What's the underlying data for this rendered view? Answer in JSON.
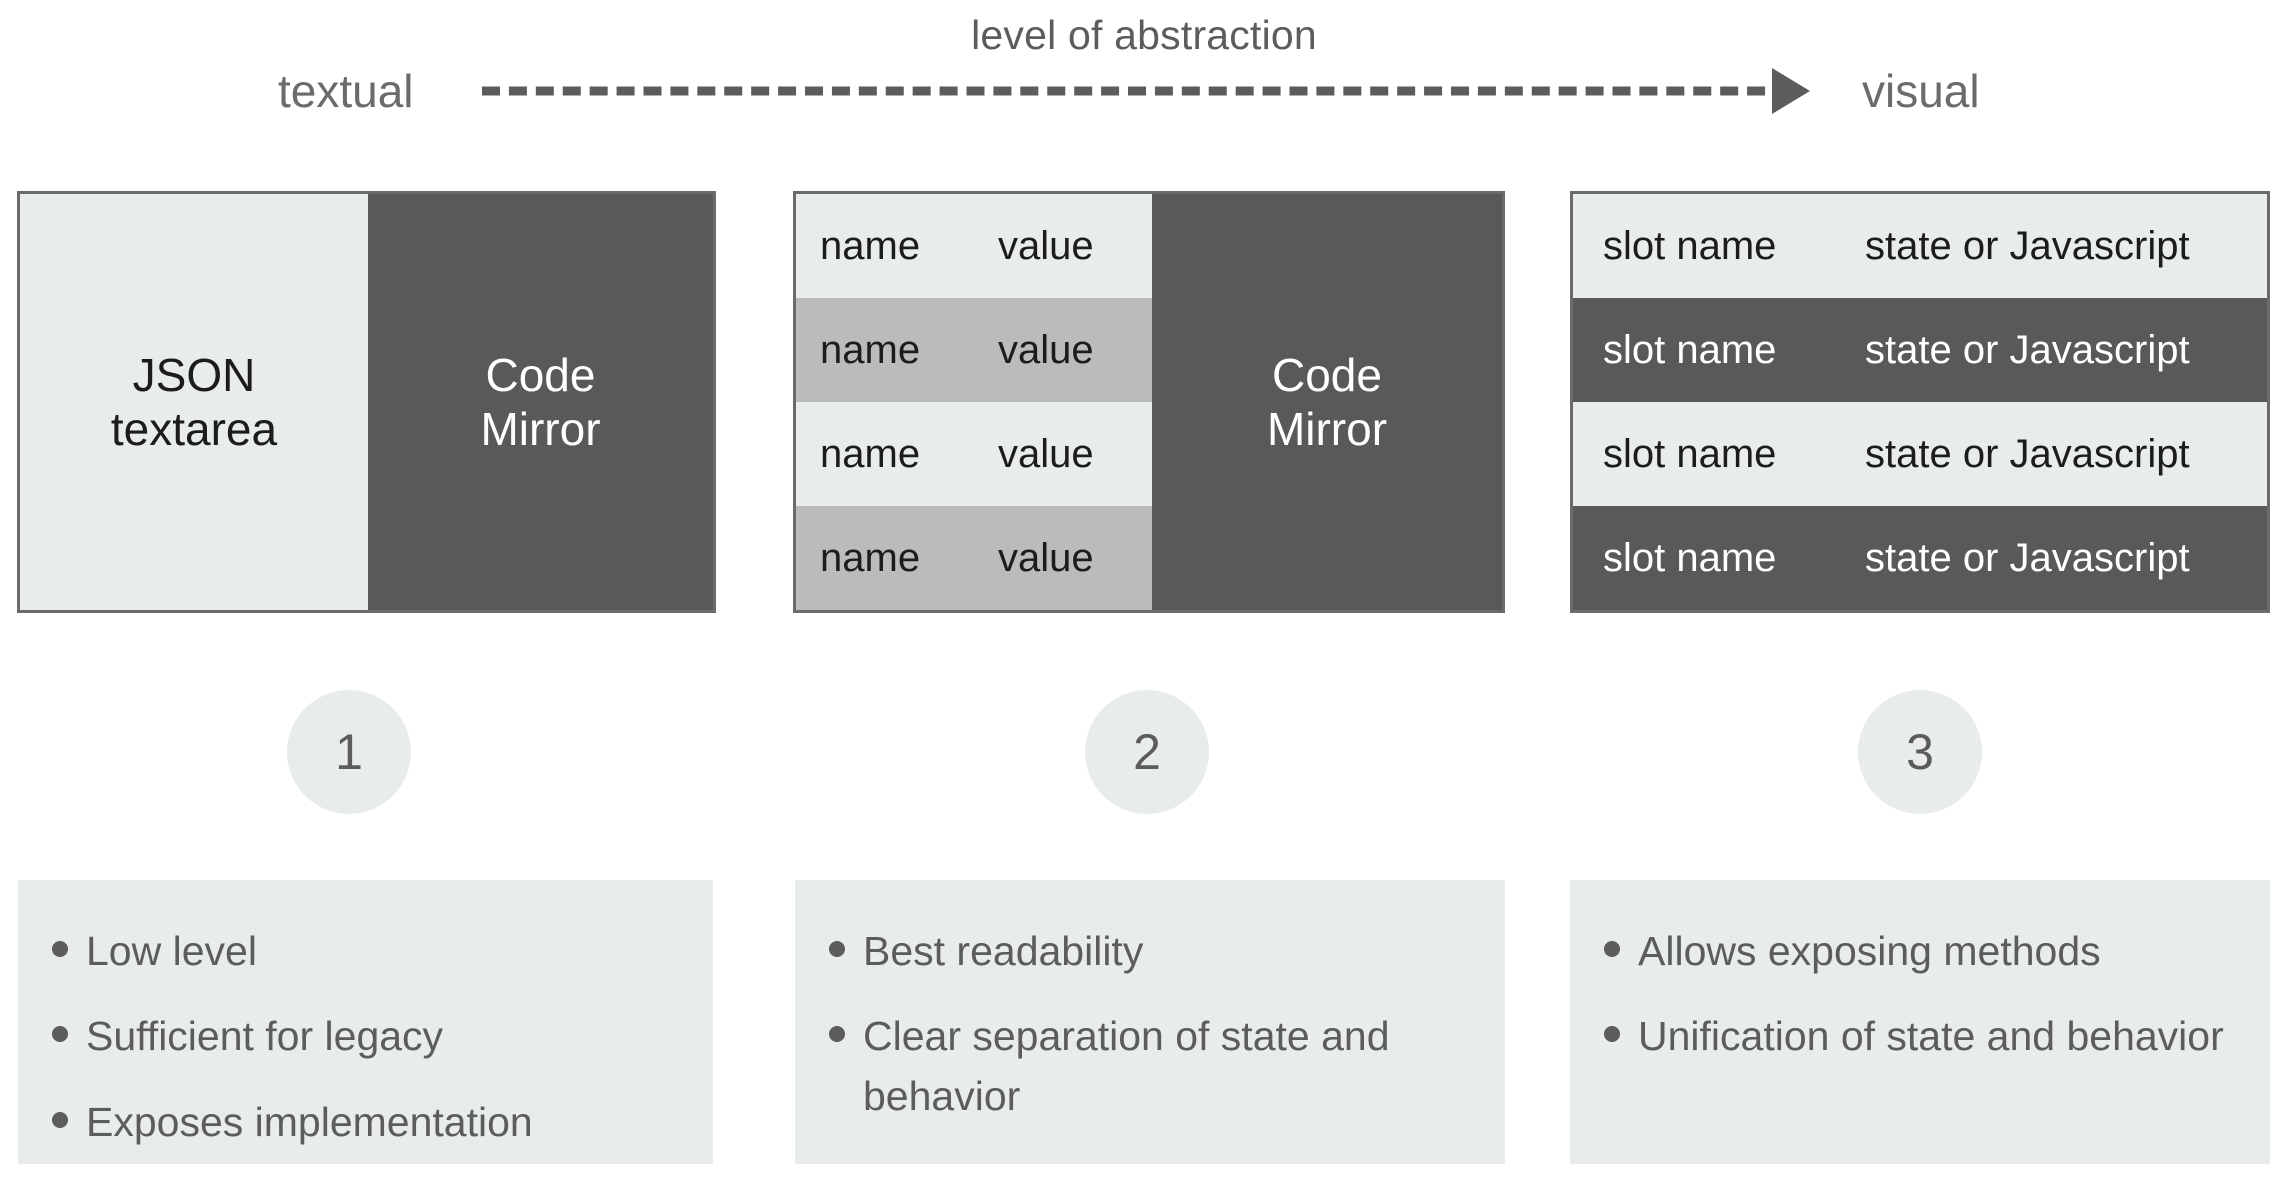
{
  "axis": {
    "caption": "level of abstraction",
    "left_label": "textual",
    "right_label": "visual",
    "arrow_icon": "dashed-arrow-right-icon"
  },
  "colors": {
    "light": "#e8ecec",
    "medium": "#bbbbbb",
    "dark": "#595959",
    "text_gray": "#5c5c5c",
    "border": "#6b6b6b",
    "page_background": "#ffffff"
  },
  "columns": [
    {
      "step": "1",
      "panel": {
        "left_pane": {
          "label": "JSON\ntextarea",
          "tone": "light"
        },
        "right_pane": {
          "label": "Code\nMirror",
          "tone": "dark"
        }
      },
      "bullets": [
        "Low level",
        "Sufficient for legacy",
        "Exposes implementation"
      ]
    },
    {
      "step": "2",
      "panel": {
        "rows": [
          {
            "name": "name",
            "value": "value",
            "tone": "light"
          },
          {
            "name": "name",
            "value": "value",
            "tone": "medium"
          },
          {
            "name": "name",
            "value": "value",
            "tone": "light"
          },
          {
            "name": "name",
            "value": "value",
            "tone": "medium"
          }
        ],
        "right_pane": {
          "label": "Code\nMirror",
          "tone": "dark"
        }
      },
      "bullets": [
        "Best readability",
        "Clear separation of state and behavior"
      ]
    },
    {
      "step": "3",
      "panel": {
        "rows": [
          {
            "name": "slot name",
            "value": "state or Javascript",
            "tone": "light"
          },
          {
            "name": "slot name",
            "value": "state or Javascript",
            "tone": "dark"
          },
          {
            "name": "slot name",
            "value": "state or Javascript",
            "tone": "light"
          },
          {
            "name": "slot name",
            "value": "state or Javascript",
            "tone": "dark"
          }
        ]
      },
      "bullets": [
        "Allows exposing methods",
        "Unification of state and behavior"
      ]
    }
  ]
}
